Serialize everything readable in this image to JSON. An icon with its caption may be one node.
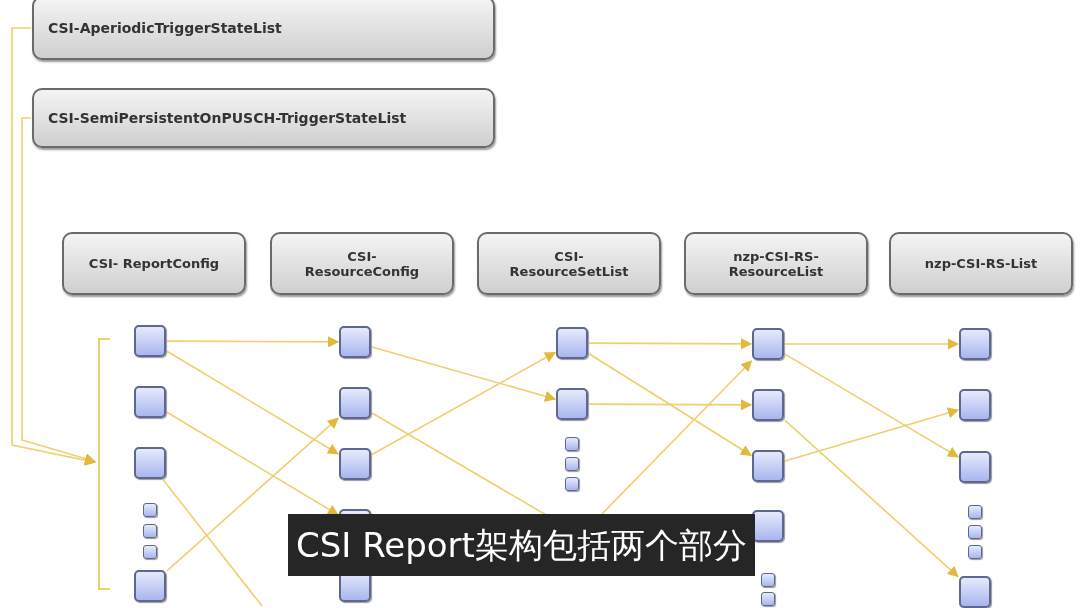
{
  "diagram": {
    "caption": "CSI Report架构包括两个部分",
    "nodes": [
      {
        "text": [
          "CSI-AperiodicTriggerStateList"
        ]
      },
      {
        "text": [
          "CSI-SemiPersistentOnPUSCH-TriggerStateList"
        ]
      },
      {
        "text": [
          "CSI- ReportConfig"
        ]
      },
      {
        "text": [
          "CSI- ResourceConfig"
        ]
      },
      {
        "text": [
          "CSI- ResourceSetList"
        ]
      },
      {
        "text": [
          "nzp-CSI-RS- ResourceList"
        ]
      },
      {
        "text": [
          "nzp-CSI-RS-List"
        ]
      },
      {
        "text": [],
        "shape": "bar"
      },
      {
        "text": [],
        "shape": "box"
      },
      {
        "text": [],
        "shape": "box"
      },
      {
        "text": [],
        "shape": "box"
      },
      {
        "text": [],
        "shape": "box"
      },
      {
        "text": [],
        "shape": "box"
      },
      {
        "text": [],
        "shape": "box"
      },
      {
        "text": [],
        "shape": "box"
      },
      {
        "text": [],
        "shape": "box"
      },
      {
        "text": [],
        "shape": "box"
      },
      {
        "text": [],
        "shape": "box"
      },
      {
        "text": [],
        "shape": "box"
      },
      {
        "text": [],
        "shape": "box"
      },
      {
        "text": [],
        "shape": "box"
      },
      {
        "text": [],
        "shape": "box"
      },
      {
        "text": [],
        "shape": "box"
      },
      {
        "text": [],
        "shape": "box"
      },
      {
        "text": [],
        "shape": "box"
      },
      {
        "text": [],
        "shape": "box"
      },
      {
        "text": [],
        "shape": "box"
      },
      {
        "text": [],
        "shape": "box"
      },
      {
        "text": [],
        "shape": "box"
      },
      {
        "text": [],
        "shape": "box"
      },
      {
        "text": [],
        "shape": "box"
      },
      {
        "text": [],
        "shape": "box"
      },
      {
        "text": [],
        "shape": "box"
      },
      {
        "text": [],
        "shape": "box"
      },
      {
        "text": [],
        "shape": "box"
      },
      {
        "text": [],
        "shape": "box"
      },
      {
        "text": [],
        "shape": "box"
      },
      {
        "text": [],
        "shape": "box"
      }
    ],
    "edges": [
      {
        "from": 0,
        "to": 7,
        "arrow": "to"
      },
      {
        "from": 1,
        "to": 7,
        "arrow": "to"
      },
      {
        "from": 8,
        "to": 15,
        "arrow": "to"
      },
      {
        "from": 8,
        "to": 17,
        "arrow": "to"
      },
      {
        "from": 9,
        "to": 18,
        "arrow": "to"
      },
      {
        "from": 10,
        "to": null,
        "arrow": "none"
      },
      {
        "from": 14,
        "to": 16,
        "arrow": "to"
      },
      {
        "from": 15,
        "to": 21,
        "arrow": "to"
      },
      {
        "from": 16,
        "to": null,
        "arrow": "none"
      },
      {
        "from": 17,
        "to": 20,
        "arrow": "to"
      },
      {
        "from": 20,
        "to": 25,
        "arrow": "to"
      },
      {
        "from": 20,
        "to": 27,
        "arrow": "to"
      },
      {
        "from": 21,
        "to": 26,
        "arrow": "to"
      },
      {
        "from": null,
        "to": 25,
        "arrow": "to"
      },
      {
        "from": 25,
        "to": 31,
        "arrow": "to"
      },
      {
        "from": 25,
        "to": 33,
        "arrow": "to"
      },
      {
        "from": 27,
        "to": 32,
        "arrow": "to"
      },
      {
        "from": 26,
        "to": 37,
        "arrow": "to"
      }
    ]
  }
}
